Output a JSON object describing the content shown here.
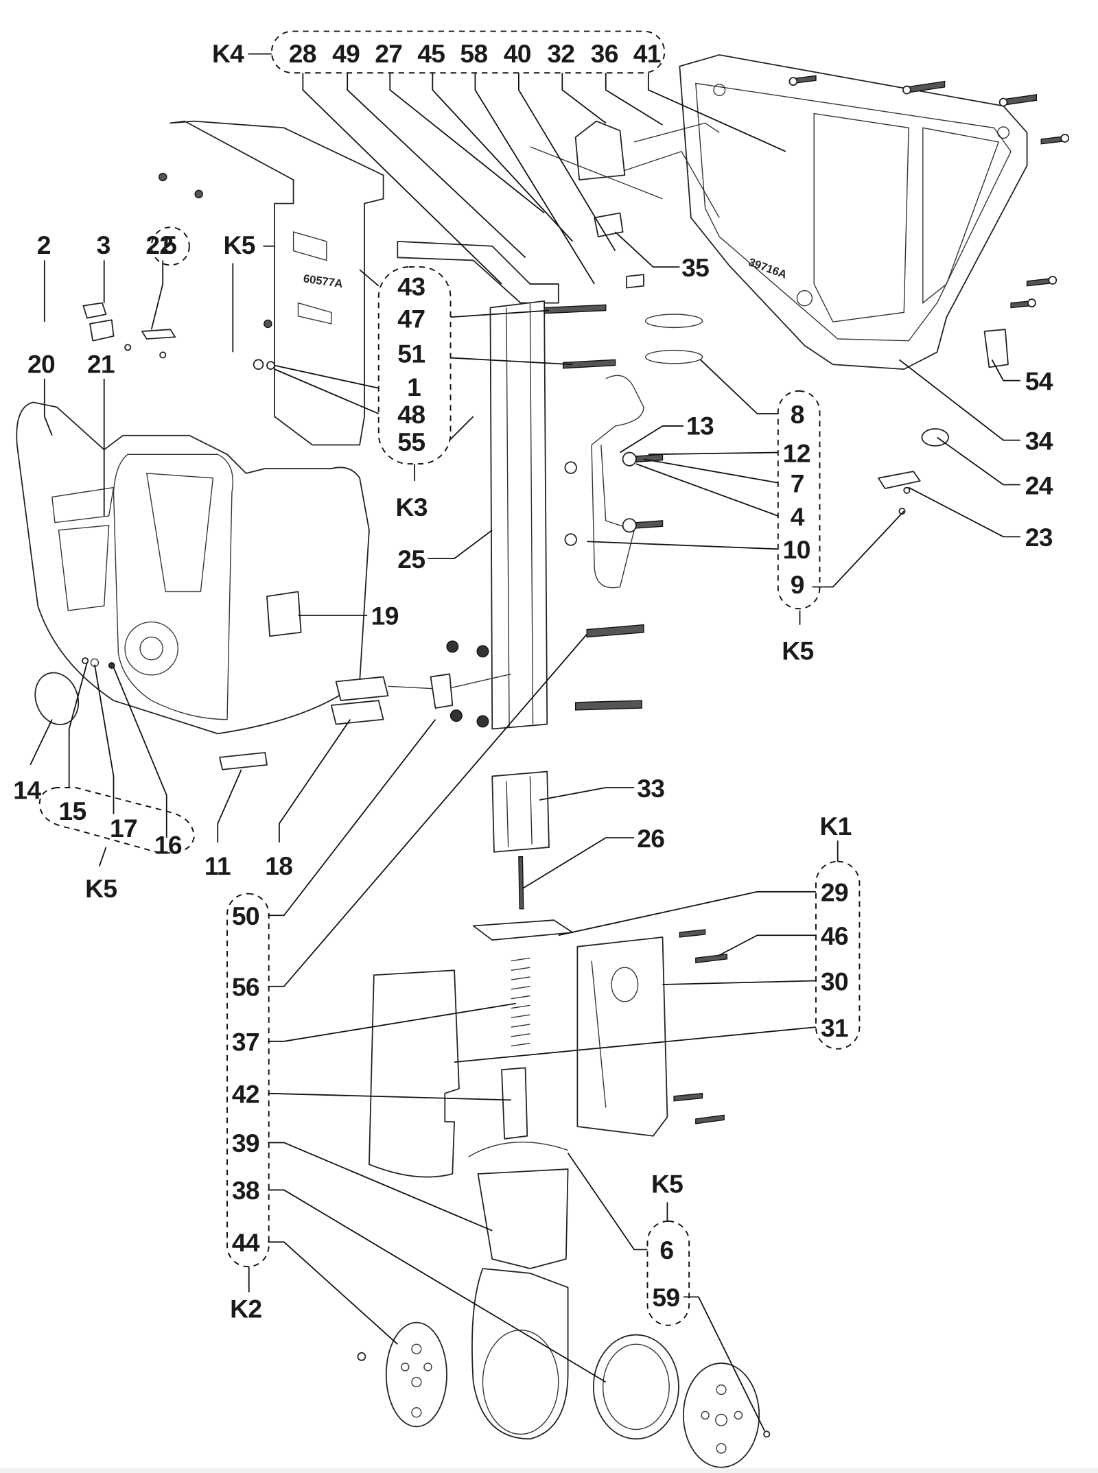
{
  "diagram": {
    "title": "Exploded parts diagram — handle / control assembly",
    "plate_markings": [
      {
        "id": "plate-left",
        "text": "60577A"
      },
      {
        "id": "plate-right",
        "text": "39716A"
      }
    ],
    "kits": [
      {
        "kit": "K4",
        "parts": [
          "28",
          "49",
          "27",
          "45",
          "58",
          "40",
          "32",
          "36",
          "41"
        ]
      },
      {
        "kit": "K5",
        "parts": [
          "5"
        ]
      },
      {
        "kit": "K3",
        "parts": [
          "43",
          "47",
          "51",
          "1",
          "48",
          "55"
        ]
      },
      {
        "kit": "K5",
        "parts": [
          "8",
          "12",
          "7",
          "4",
          "10",
          "9"
        ]
      },
      {
        "kit": "K5",
        "parts": [
          "15",
          "17",
          "16"
        ]
      },
      {
        "kit": "K1",
        "parts": [
          "29",
          "46",
          "30",
          "31"
        ]
      },
      {
        "kit": "K2",
        "parts": [
          "50",
          "56",
          "37",
          "42",
          "39",
          "38",
          "44"
        ]
      },
      {
        "kit": "K5",
        "parts": [
          "6",
          "59"
        ]
      }
    ],
    "standalone_parts": [
      "2",
      "3",
      "22",
      "20",
      "21",
      "35",
      "34",
      "54",
      "24",
      "23",
      "13",
      "25",
      "19",
      "14",
      "11",
      "18",
      "33",
      "26"
    ],
    "labels": [
      {
        "id": "K4",
        "text": "K4"
      },
      {
        "id": "28",
        "text": "28"
      },
      {
        "id": "49",
        "text": "49"
      },
      {
        "id": "27",
        "text": "27"
      },
      {
        "id": "45",
        "text": "45"
      },
      {
        "id": "58",
        "text": "58"
      },
      {
        "id": "40",
        "text": "40"
      },
      {
        "id": "32",
        "text": "32"
      },
      {
        "id": "36",
        "text": "36"
      },
      {
        "id": "41",
        "text": "41"
      },
      {
        "id": "2",
        "text": "2"
      },
      {
        "id": "3",
        "text": "3"
      },
      {
        "id": "22",
        "text": "22"
      },
      {
        "id": "5",
        "text": "5"
      },
      {
        "id": "K5a",
        "text": "K5"
      },
      {
        "id": "20",
        "text": "20"
      },
      {
        "id": "21",
        "text": "21"
      },
      {
        "id": "35",
        "text": "35"
      },
      {
        "id": "43",
        "text": "43"
      },
      {
        "id": "47",
        "text": "47"
      },
      {
        "id": "51",
        "text": "51"
      },
      {
        "id": "1",
        "text": "1"
      },
      {
        "id": "48",
        "text": "48"
      },
      {
        "id": "55",
        "text": "55"
      },
      {
        "id": "K3",
        "text": "K3"
      },
      {
        "id": "54",
        "text": "54"
      },
      {
        "id": "34",
        "text": "34"
      },
      {
        "id": "24",
        "text": "24"
      },
      {
        "id": "23",
        "text": "23"
      },
      {
        "id": "8",
        "text": "8"
      },
      {
        "id": "12",
        "text": "12"
      },
      {
        "id": "7",
        "text": "7"
      },
      {
        "id": "4",
        "text": "4"
      },
      {
        "id": "10",
        "text": "10"
      },
      {
        "id": "9",
        "text": "9"
      },
      {
        "id": "K5b",
        "text": "K5"
      },
      {
        "id": "13",
        "text": "13"
      },
      {
        "id": "25",
        "text": "25"
      },
      {
        "id": "19",
        "text": "19"
      },
      {
        "id": "14",
        "text": "14"
      },
      {
        "id": "15",
        "text": "15"
      },
      {
        "id": "17",
        "text": "17"
      },
      {
        "id": "16",
        "text": "16"
      },
      {
        "id": "K5c",
        "text": "K5"
      },
      {
        "id": "11",
        "text": "11"
      },
      {
        "id": "18",
        "text": "18"
      },
      {
        "id": "33",
        "text": "33"
      },
      {
        "id": "26",
        "text": "26"
      },
      {
        "id": "K1",
        "text": "K1"
      },
      {
        "id": "29",
        "text": "29"
      },
      {
        "id": "46",
        "text": "46"
      },
      {
        "id": "30",
        "text": "30"
      },
      {
        "id": "31",
        "text": "31"
      },
      {
        "id": "50",
        "text": "50"
      },
      {
        "id": "56",
        "text": "56"
      },
      {
        "id": "37",
        "text": "37"
      },
      {
        "id": "42",
        "text": "42"
      },
      {
        "id": "39",
        "text": "39"
      },
      {
        "id": "38",
        "text": "38"
      },
      {
        "id": "44",
        "text": "44"
      },
      {
        "id": "K2",
        "text": "K2"
      },
      {
        "id": "K5d",
        "text": "K5"
      },
      {
        "id": "6",
        "text": "6"
      },
      {
        "id": "59",
        "text": "59"
      }
    ]
  }
}
